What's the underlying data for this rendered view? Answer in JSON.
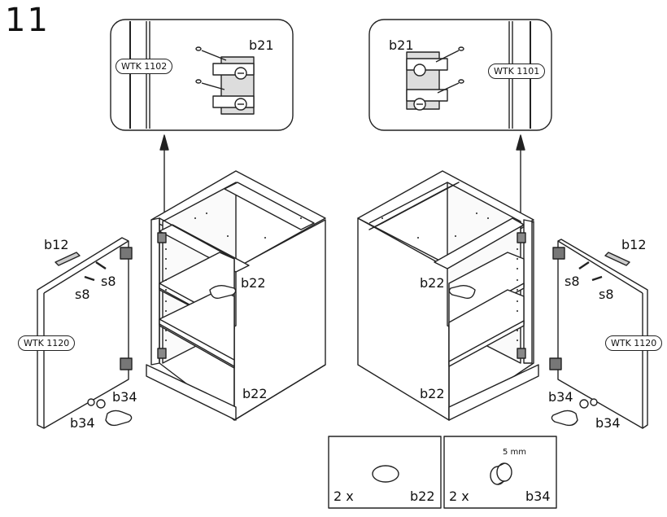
{
  "step_number": "11",
  "labels": {
    "b21": "b21",
    "b12": "b12",
    "s8": "s8",
    "b22": "b22",
    "b34": "b34"
  },
  "tags": {
    "wtk1102": "WTK 1102",
    "wtk1101": "WTK 1101",
    "wtk1120": "WTK 1120"
  },
  "parts_box": [
    {
      "count": "2 x",
      "part": "b22"
    },
    {
      "count": "2 x",
      "part": "b34",
      "size": "5 mm"
    }
  ]
}
